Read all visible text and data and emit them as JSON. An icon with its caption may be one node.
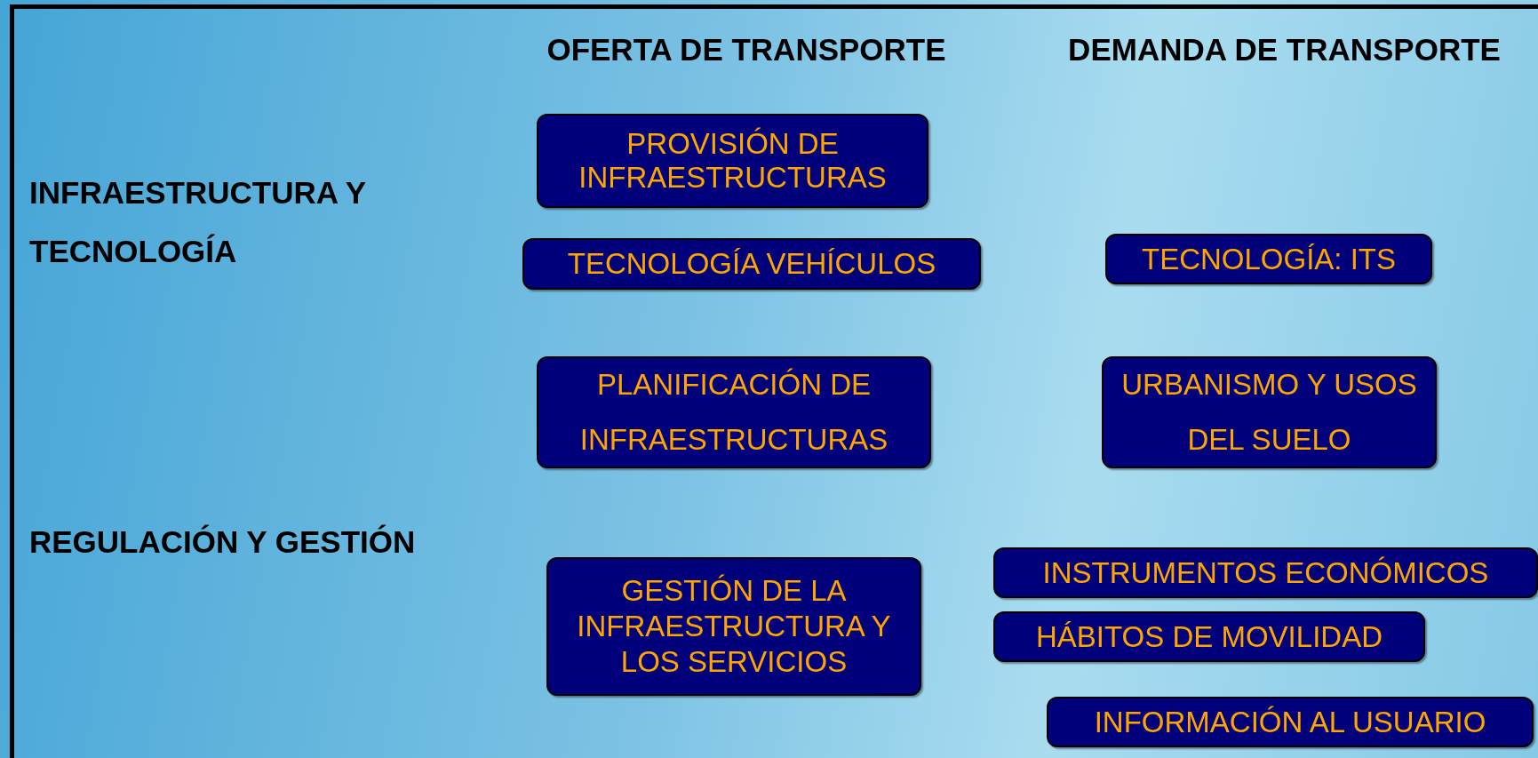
{
  "diagram": {
    "nodes": [
      {
        "text": [
          "PROVISIÓN DE INFRAESTRUCTURAS"
        ]
      },
      {
        "text": [
          "TECNOLOGÍA VEHÍCULOS"
        ]
      },
      {
        "text": [
          "TECNOLOGÍA: ITS"
        ]
      },
      {
        "text": [
          "PLANIFICACIÓN DE INFRAESTRUCTURAS"
        ]
      },
      {
        "text": [
          "URBANISMO Y USOS DEL SUELO"
        ]
      },
      {
        "text": [
          "GESTIÓN DE LA INFRAESTRUCTURA Y LOS SERVICIOS"
        ]
      },
      {
        "text": [
          "INSTRUMENTOS ECONÓMICOS"
        ]
      },
      {
        "text": [
          "HÁBITOS DE MOVILIDAD"
        ]
      },
      {
        "text": [
          "INFORMACIÓN AL USUARIO"
        ]
      }
    ],
    "labels": [
      "OFERTA DE TRANSPORTE",
      "DEMANDA DE TRANSPORTE",
      "INFRAESTRUCTURA Y TECNOLOGÍA",
      "REGULACIÓN Y GESTIÓN"
    ]
  }
}
